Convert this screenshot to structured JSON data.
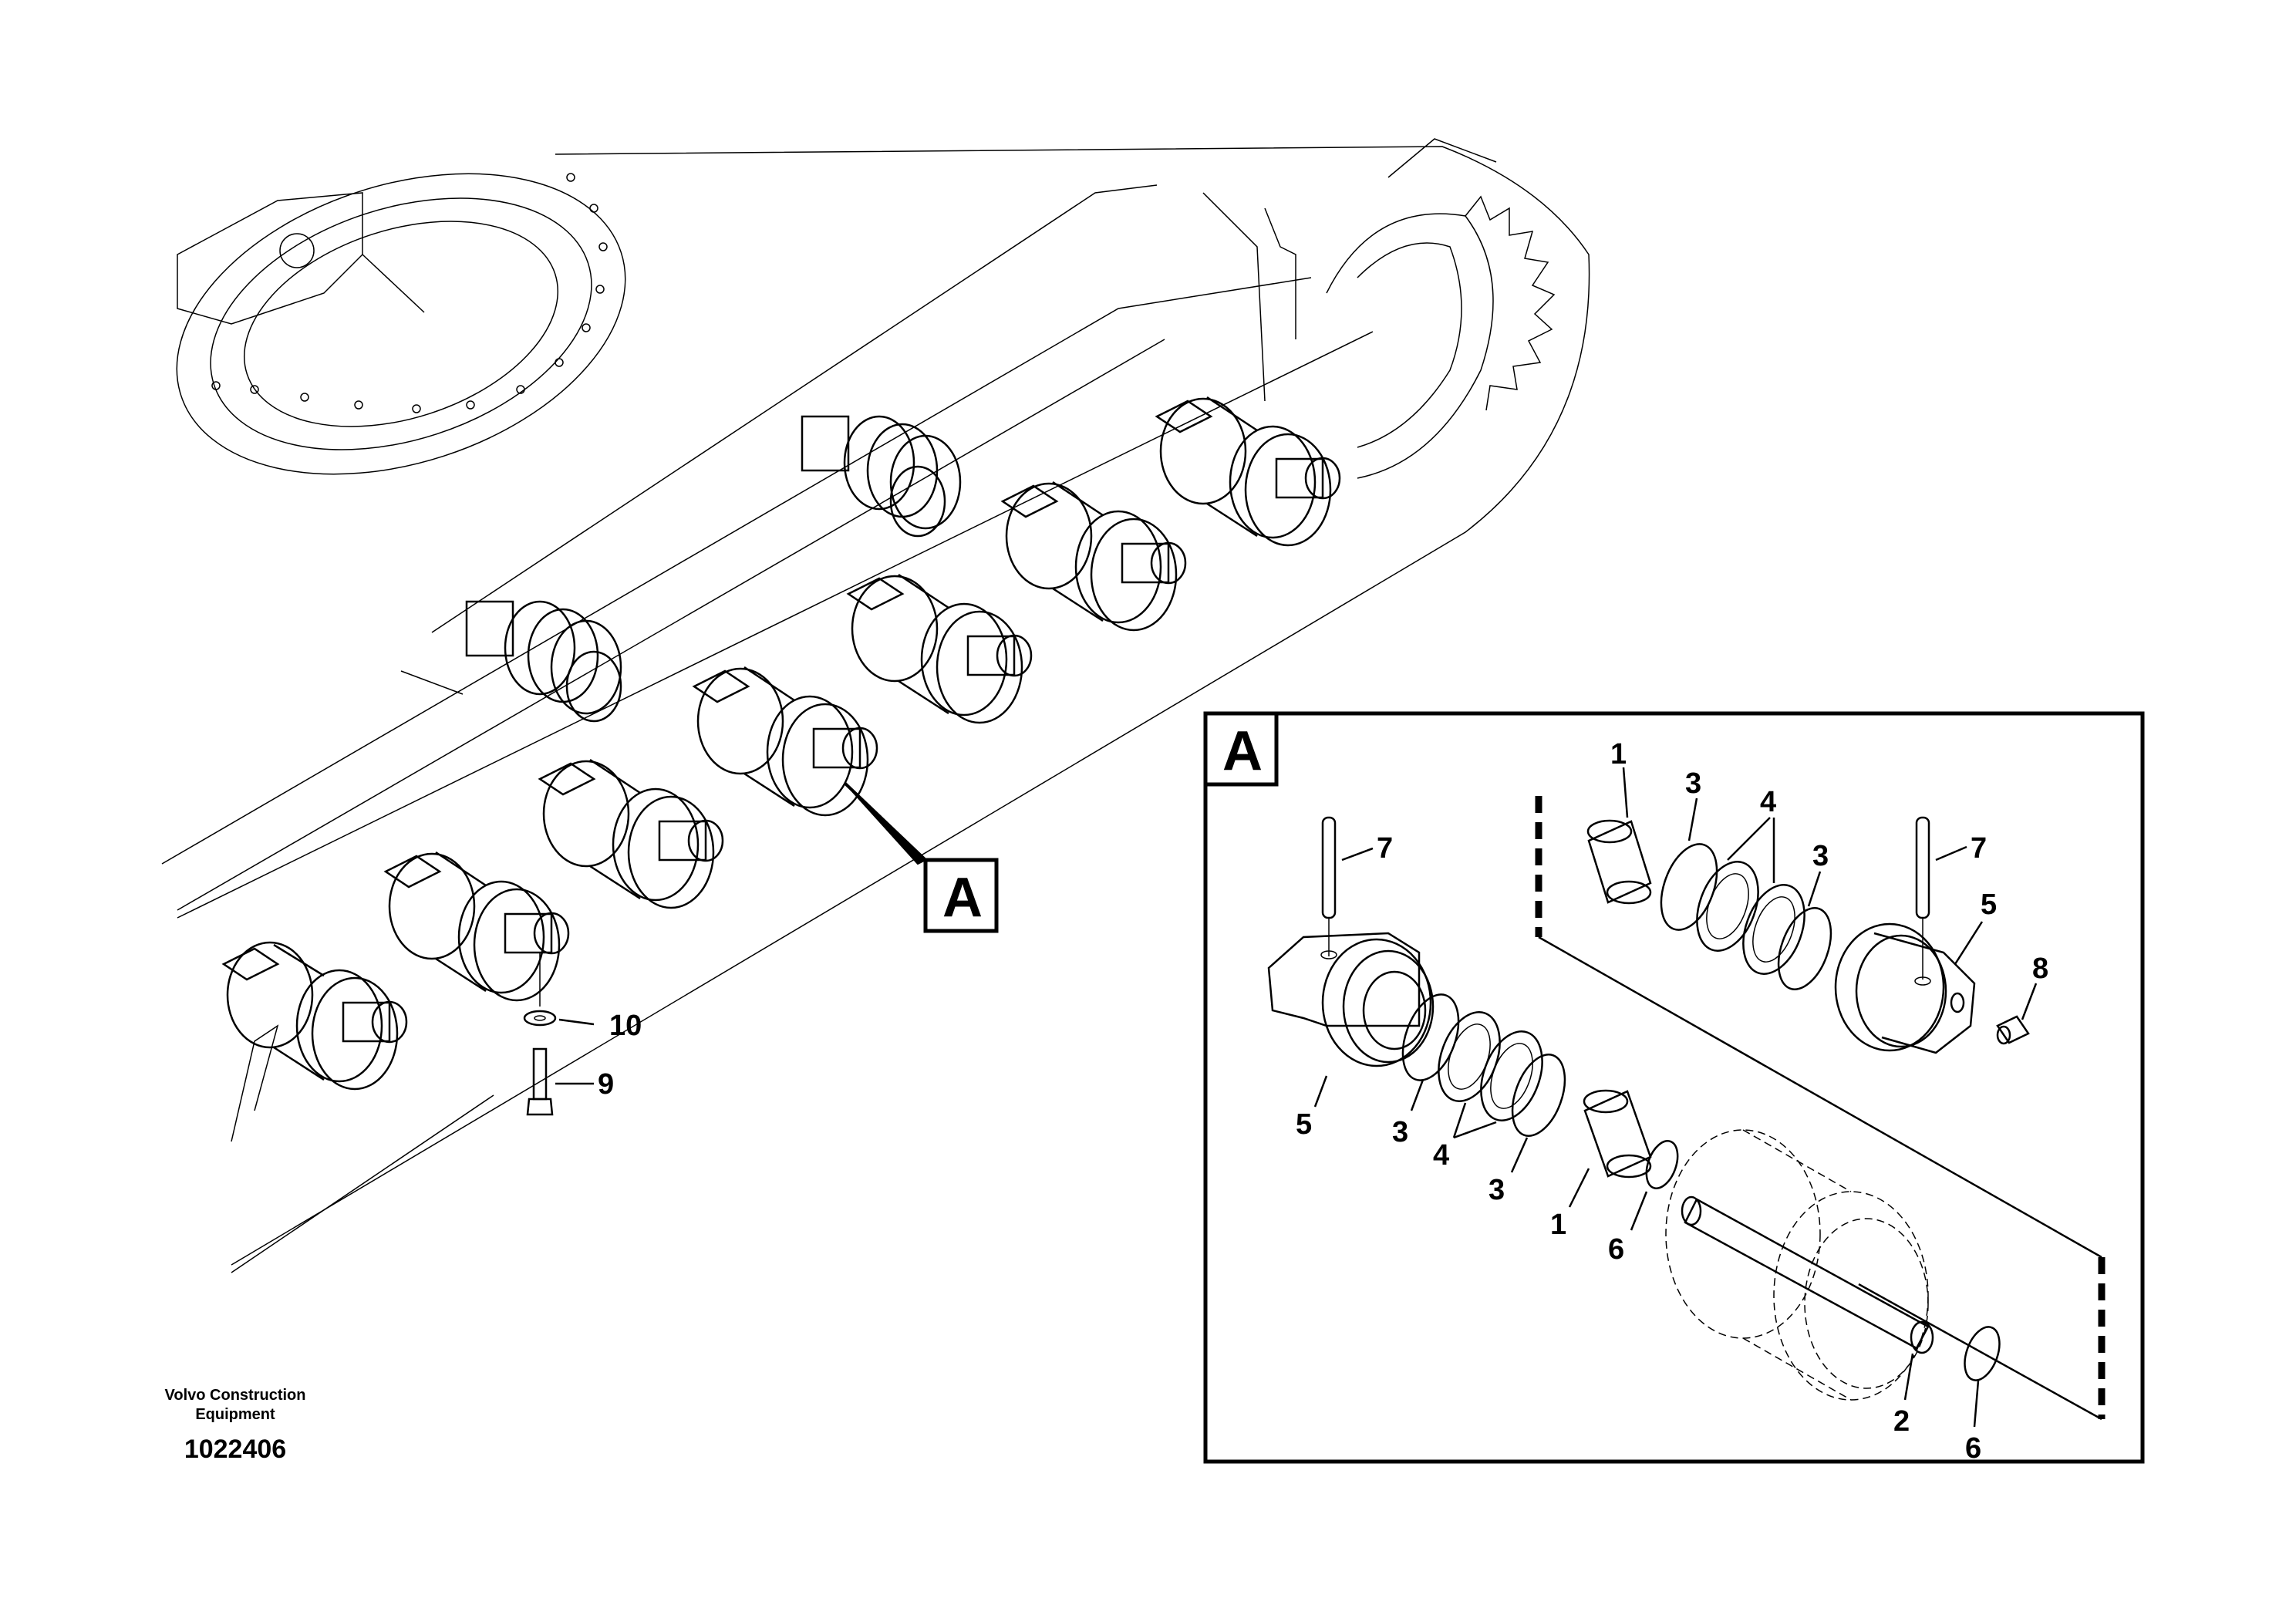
{
  "publisher": {
    "line1": "Volvo Construction",
    "line2": "Equipment"
  },
  "document_number": "1022406",
  "detail_callout": "A",
  "detail": {
    "title": "A"
  },
  "overview_labels": {
    "washer": "10",
    "bolt": "9"
  },
  "detail_labels": {
    "bushing_top": "1",
    "seal_top_left": "3",
    "ring_top": "4",
    "seal_top_right": "3",
    "pin_right": "7",
    "collar_right": "5",
    "plug": "8",
    "pin_left": "7",
    "collar_left": "5",
    "seal_bottom_left": "3",
    "ring_bottom": "4",
    "seal_bottom_right": "3",
    "bushing_bottom": "1",
    "oring_middle": "6",
    "shaft": "2",
    "oring_bottom": "6"
  }
}
